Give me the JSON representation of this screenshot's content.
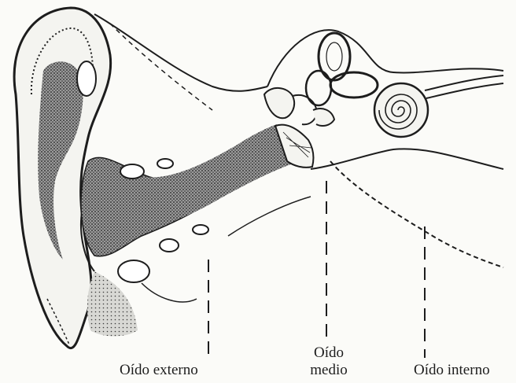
{
  "labels": {
    "outer": "Oído externo",
    "middle_line1": "Oído",
    "middle_line2": "medio",
    "inner": "Oído interno"
  },
  "colors": {
    "ink": "#1d1d1d",
    "paper": "#fbfbf8",
    "stipple_dark": "#3a3a3a",
    "stipple_mid": "#7a7a7a"
  },
  "parts": [
    "outer-ear-auricle",
    "ear-canal",
    "eardrum",
    "ossicles",
    "semicircular-canals",
    "cochlea",
    "eustachian-tube"
  ]
}
